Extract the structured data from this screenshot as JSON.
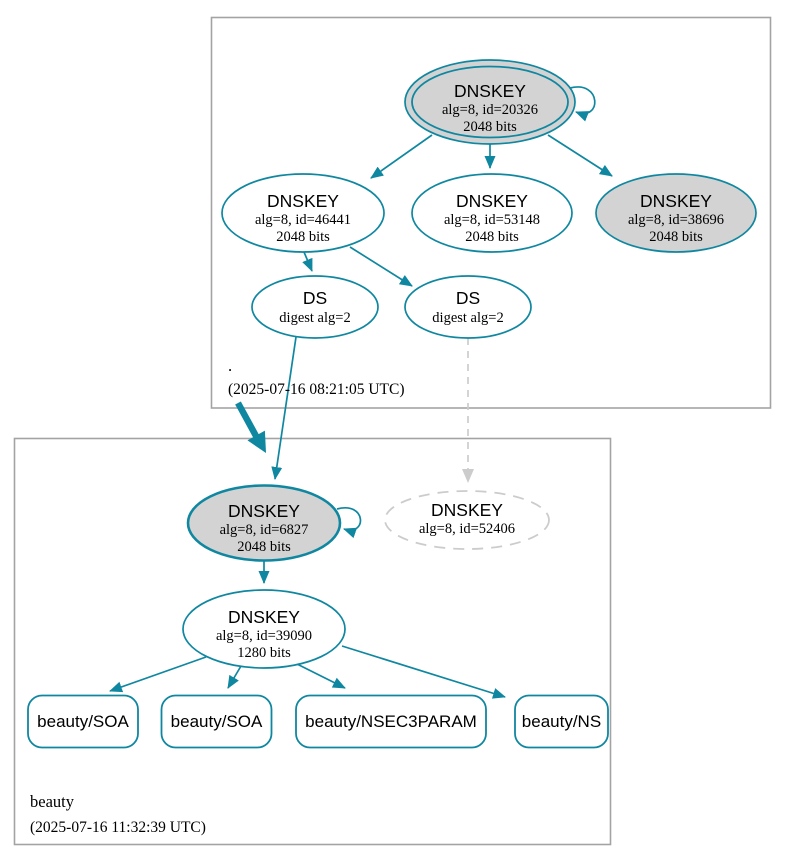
{
  "colors": {
    "edge_teal": "#0f87a0",
    "node_gray_fill": "#d3d3d3",
    "dashed_gray": "#cccccc",
    "zone_box_border": "#a3a3a3",
    "text": "#000000"
  },
  "root_zone": {
    "label": ".",
    "timestamp": "(2025-07-16 08:21:05 UTC)",
    "ksk": {
      "title": "DNSKEY",
      "detail": "alg=8, id=20326",
      "bits": "2048 bits"
    },
    "zsk_46441": {
      "title": "DNSKEY",
      "detail": "alg=8, id=46441",
      "bits": "2048 bits"
    },
    "zsk_53148": {
      "title": "DNSKEY",
      "detail": "alg=8, id=53148",
      "bits": "2048 bits"
    },
    "ksk_38696": {
      "title": "DNSKEY",
      "detail": "alg=8, id=38696",
      "bits": "2048 bits"
    },
    "ds_left": {
      "title": "DS",
      "detail": "digest alg=2"
    },
    "ds_right": {
      "title": "DS",
      "detail": "digest alg=2"
    }
  },
  "beauty_zone": {
    "label": "beauty",
    "timestamp": "(2025-07-16 11:32:39 UTC)",
    "ksk": {
      "title": "DNSKEY",
      "detail": "alg=8, id=6827",
      "bits": "2048 bits"
    },
    "missing_key": {
      "title": "DNSKEY",
      "detail": "alg=8, id=52406"
    },
    "zsk": {
      "title": "DNSKEY",
      "detail": "alg=8, id=39090",
      "bits": "1280 bits"
    },
    "records": [
      {
        "label": "beauty/SOA"
      },
      {
        "label": "beauty/SOA"
      },
      {
        "label": "beauty/NSEC3PARAM"
      },
      {
        "label": "beauty/NS"
      }
    ]
  }
}
